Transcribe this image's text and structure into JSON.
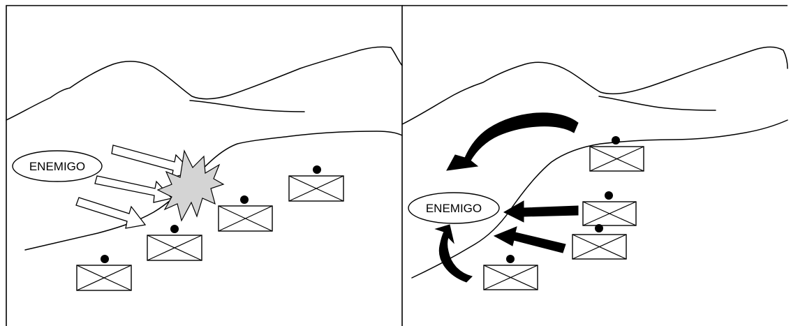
{
  "left_panel": {
    "enemy_label": "ENEMIGO",
    "friendly_units": 4,
    "attack_arrows": 3,
    "impact_color": "#d4d4d4"
  },
  "right_panel": {
    "enemy_label": "ENEMIGO",
    "friendly_units": 4,
    "counter_arrows": 2,
    "curved_arrows": 2
  }
}
